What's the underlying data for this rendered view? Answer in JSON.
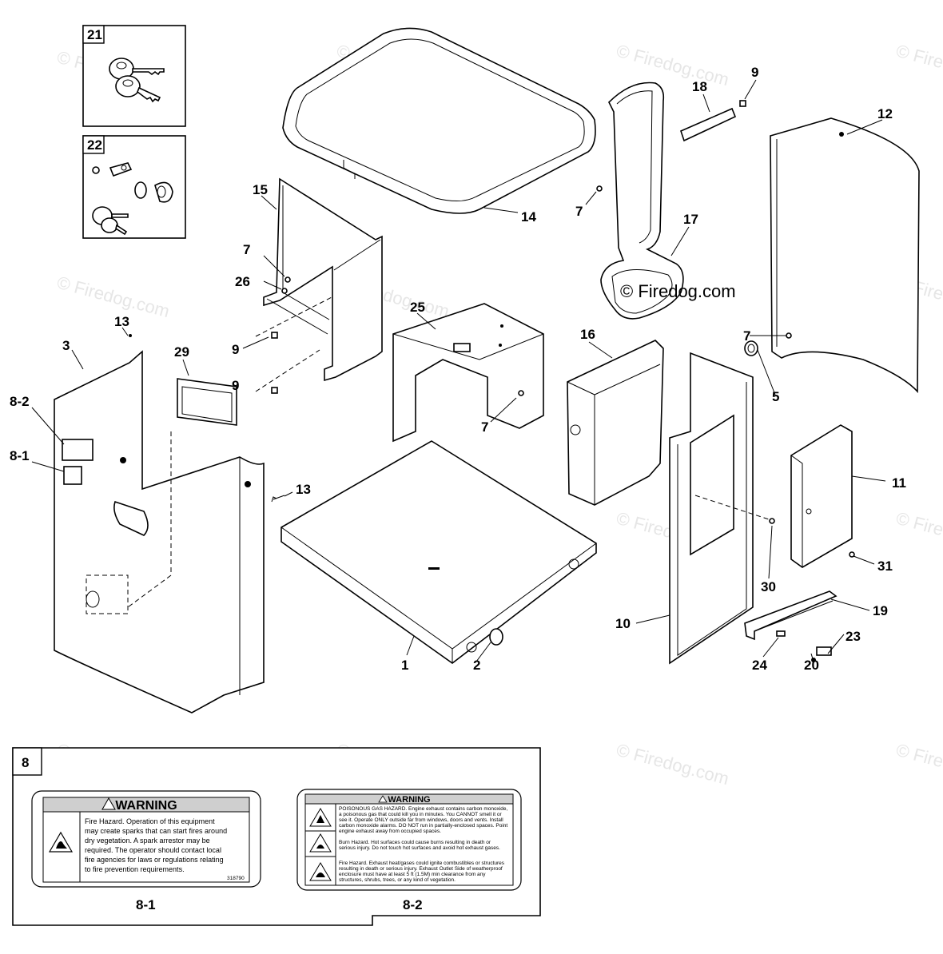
{
  "watermark": "© Firedog.com",
  "callouts": [
    "1",
    "2",
    "3",
    "5",
    "7",
    "7",
    "7",
    "7",
    "8-1",
    "8-2",
    "9",
    "9",
    "9",
    "10",
    "11",
    "12",
    "13",
    "13",
    "14",
    "15",
    "16",
    "17",
    "18",
    "19",
    "20",
    "23",
    "24",
    "25",
    "26",
    "29",
    "30",
    "31"
  ],
  "inset_boxes": {
    "box21": "21",
    "box22": "22",
    "box8": "8"
  },
  "decal_8_1": {
    "heading": "WARNING",
    "lines": [
      "Fire Hazard. Operation of this equipment",
      "may create sparks that can start fires around",
      "dry vegetation. A spark arrestor may be",
      "required. The operator should contact local",
      "fire agencies for laws or regulations relating",
      "to fire prevention requirements."
    ],
    "code": "318790",
    "caption": "8-1"
  },
  "decal_8_2": {
    "heading": "WARNING",
    "block1": [
      "POISONOUS GAS HAZARD. Engine exhaust contains carbon monoxide,",
      "a poisonous gas that could kill you in minutes. You CANNOT smell it or",
      "see it. Operate ONLY outside far from windows, doors and vents. Install",
      "carbon monoxide alarms. DO NOT run in partially-enclosed spaces. Point",
      "engine exhaust away from occupied spaces."
    ],
    "block2": [
      "Burn Hazard. Hot surfaces could cause burns resulting in death or",
      "serious injury. Do not touch hot surfaces and avoid hot exhaust gases."
    ],
    "block3": [
      "Fire Hazard. Exhaust heat/gases could ignite combustibles or structures",
      "resulting in death or serious injury. Exhaust Outlet Side of weatherproof",
      "enclosure must have at least 5 ft (1.5M) min clearance from any",
      "structures, shrubs, trees, or any kind of vegetation."
    ],
    "caption": "8-2"
  }
}
